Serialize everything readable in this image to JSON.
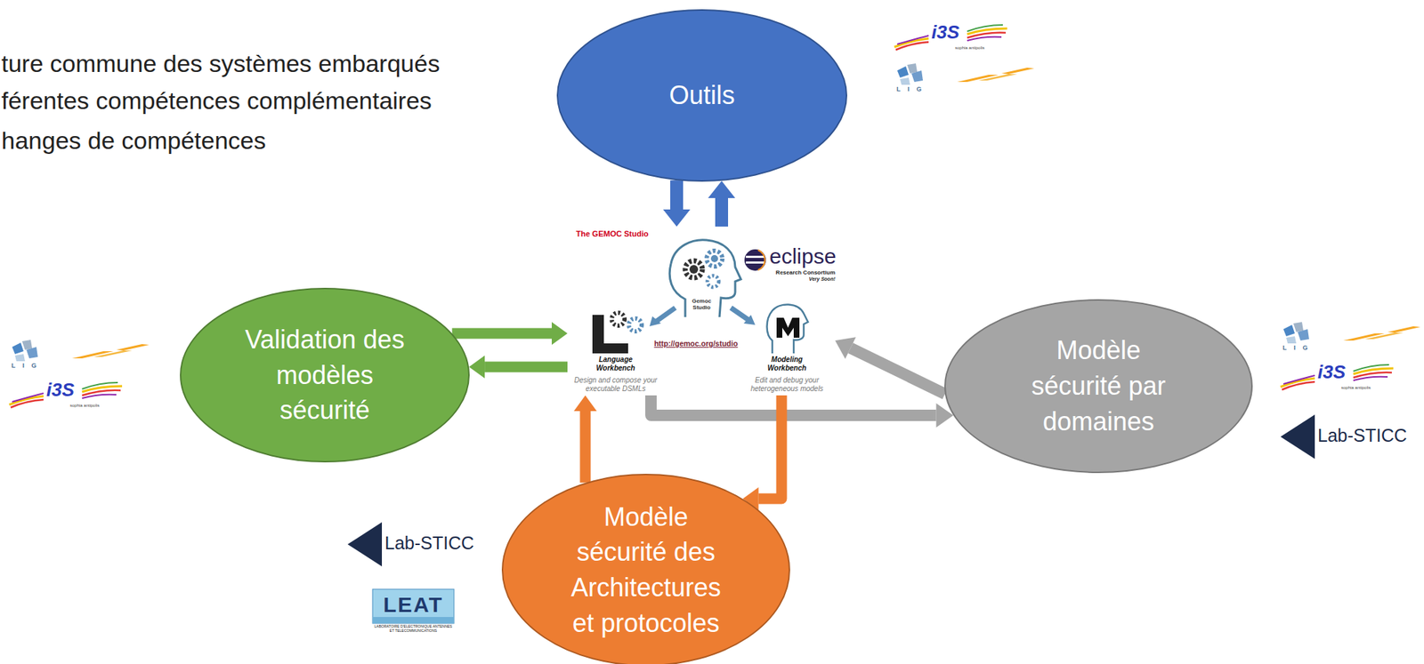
{
  "diagram": {
    "nodes": [
      {
        "text": [
          "Outils"
        ]
      },
      {
        "text": [
          "The GEMOC Studio",
          "http://gemoc.org/studio"
        ]
      },
      {
        "text": [
          "Language Workbench",
          "Design and compose your executable DSMLs"
        ],
        "in": 1
      },
      {
        "text": [
          "Modeling Workbench",
          "Edit and debug your heterogeneous models"
        ],
        "in": 1
      },
      {
        "text": [
          "Validation des modèles sécurité"
        ]
      },
      {
        "text": [
          "Modèle sécurité par domaines"
        ]
      },
      {
        "text": [
          "Modèle sécurité des Architectures et protocoles"
        ]
      }
    ],
    "edges": [
      {
        "from": 0,
        "to": 1,
        "arrow": "to"
      },
      {
        "from": 1,
        "to": 0,
        "arrow": "to"
      },
      {
        "from": 4,
        "to": 2,
        "arrow": "to"
      },
      {
        "from": 2,
        "to": 4,
        "arrow": "to"
      },
      {
        "from": 2,
        "to": 5,
        "arrow": "to"
      },
      {
        "from": 5,
        "to": 3,
        "arrow": "to"
      },
      {
        "from": 3,
        "to": 6,
        "arrow": "to"
      },
      {
        "from": 6,
        "to": 2,
        "arrow": "to"
      }
    ],
    "labels": [
      "ture commune des systèmes embarqués",
      "férentes compétences complémentaires",
      "hanges de compétences",
      "i3S",
      "sophia antipolis",
      "LIG",
      "Gemoc Studio",
      "eclipse",
      "Research Consortium",
      "Very Soon!",
      "LIG",
      "i3S",
      "sophia antipolis",
      "LIG",
      "i3S",
      "sophia antipolis",
      "Lab-STICC",
      "Lab-STICC",
      "LEAT",
      "LABORATOIRE D'ELECTRONIQUE ANTENNES ET TELECOMMUNICATIONS"
    ]
  }
}
